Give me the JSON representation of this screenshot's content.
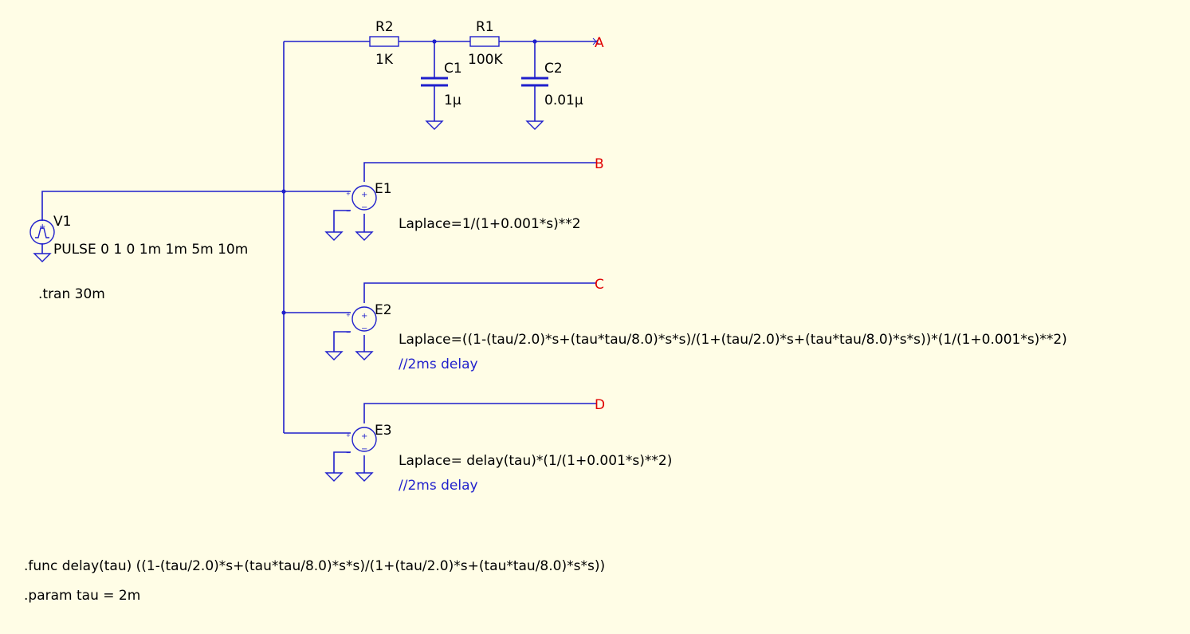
{
  "colors": {
    "background": "#fffde6",
    "wire": "#1f1fcc",
    "net_label": "#e00000",
    "text": "#000000",
    "comment": "#1f1fcc"
  },
  "components": {
    "r2": {
      "name": "R2",
      "value": "1K"
    },
    "r1": {
      "name": "R1",
      "value": "100K"
    },
    "c1": {
      "name": "C1",
      "value": "1µ"
    },
    "c2": {
      "name": "C2",
      "value": "0.01µ"
    },
    "v1": {
      "name": "V1",
      "value": "PULSE 0 1 0 1m 1m 5m 10m"
    },
    "e1": {
      "name": "E1",
      "value": "Laplace=1/(1+0.001*s)**2"
    },
    "e2": {
      "name": "E2",
      "value": "Laplace=((1-(tau/2.0)*s+(tau*tau/8.0)*s*s)/(1+(tau/2.0)*s+(tau*tau/8.0)*s*s))*(1/(1+0.001*s)**2)",
      "comment": "//2ms delay"
    },
    "e3": {
      "name": "E3",
      "value": "Laplace= delay(tau)*(1/(1+0.001*s)**2)",
      "comment": "//2ms delay"
    }
  },
  "nets": {
    "a": "A",
    "b": "B",
    "c": "C",
    "d": "D"
  },
  "directives": {
    "tran": ".tran 30m",
    "func": ".func delay(tau) ((1-(tau/2.0)*s+(tau*tau/8.0)*s*s)/(1+(tau/2.0)*s+(tau*tau/8.0)*s*s))",
    "param": ".param tau = 2m"
  },
  "symbols": {
    "plus": "+",
    "minus": "−"
  }
}
